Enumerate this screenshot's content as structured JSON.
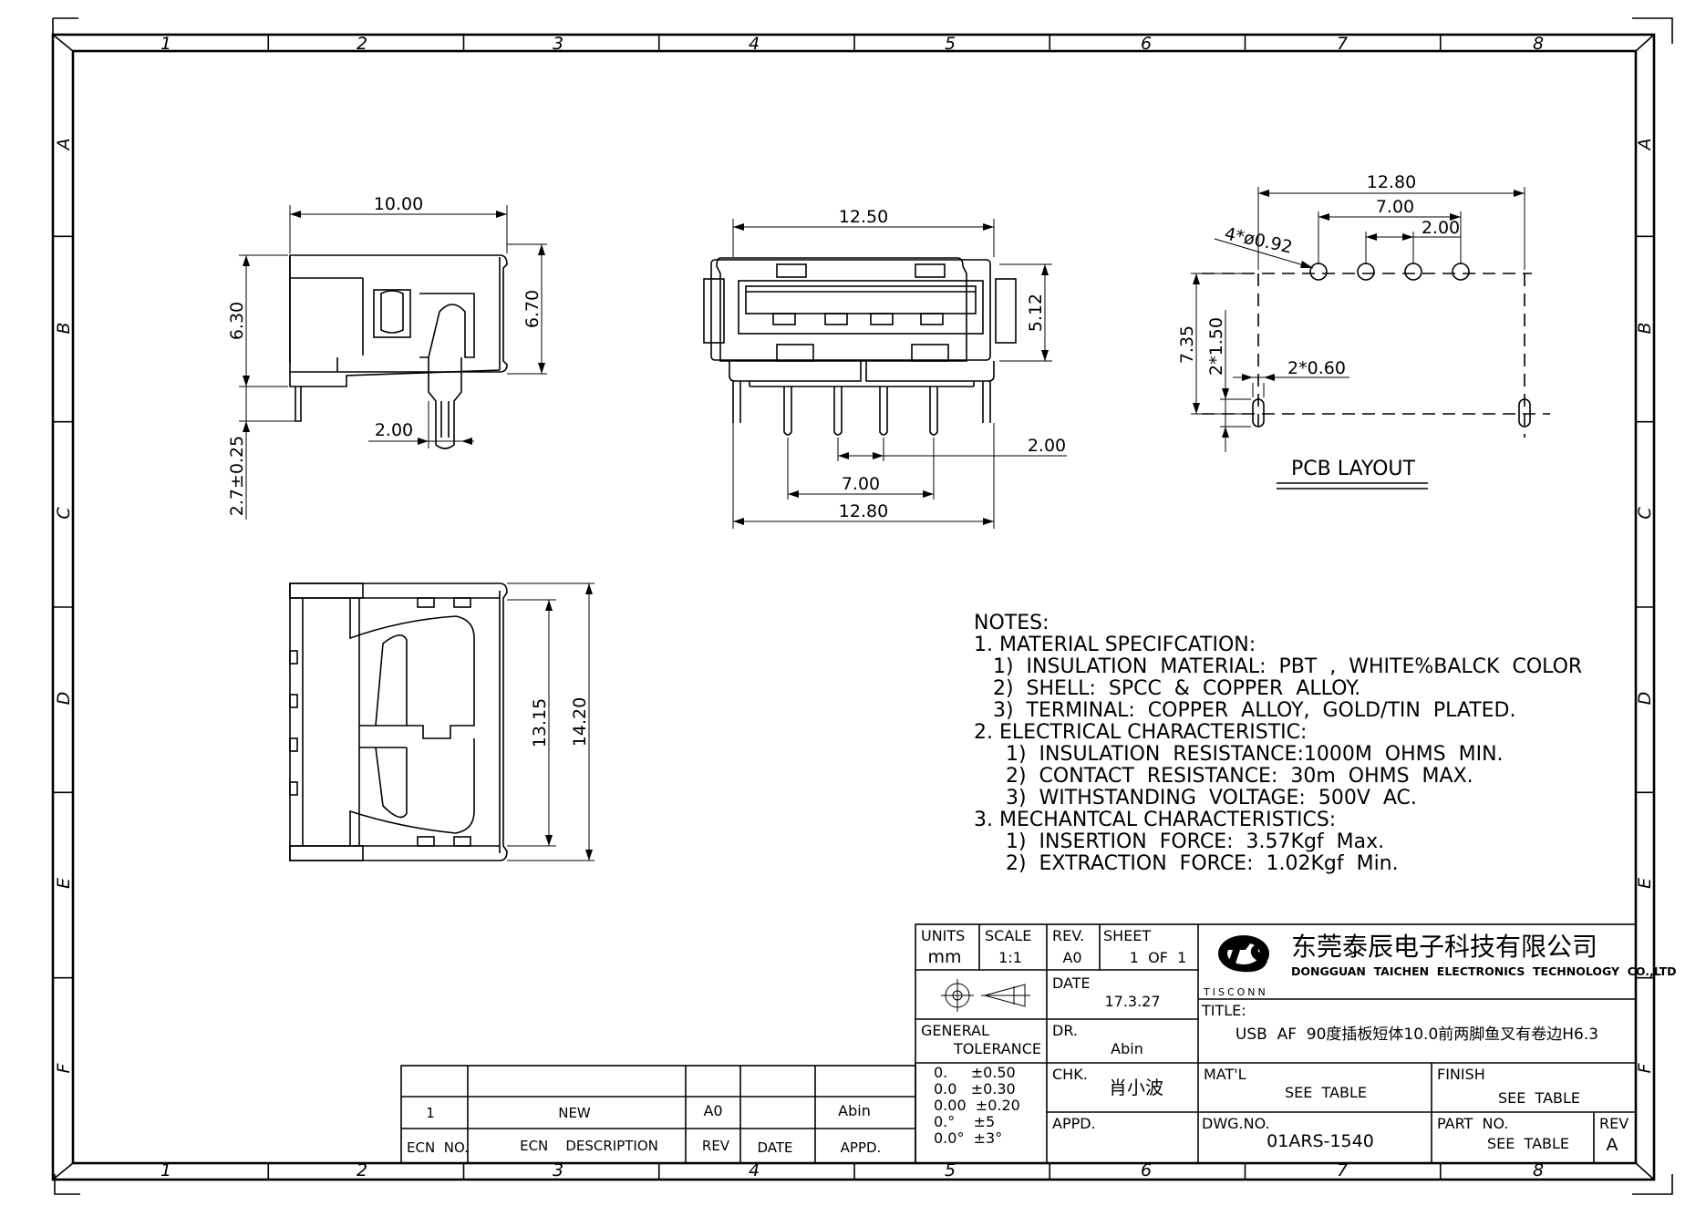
{
  "grid": {
    "cols": [
      "1",
      "2",
      "3",
      "4",
      "5",
      "6",
      "7",
      "8"
    ],
    "rows": [
      "A",
      "B",
      "C",
      "D",
      "E",
      "F"
    ]
  },
  "dims": {
    "side_w": "10.00",
    "side_h": "6.30",
    "side_body": "6.70",
    "side_pin": "2.00",
    "side_tol": "2.7±0.25",
    "front_top": "12.50",
    "front_h": "5.12",
    "front_pitch": "2.00",
    "front_span": "7.00",
    "front_bottom": "12.80",
    "bottom_a": "13.15",
    "bottom_b": "14.20",
    "pcb_w": "12.80",
    "pcb_span": "7.00",
    "pcb_pitch": "2.00",
    "pcb_holes": "4*ø0.92",
    "pcb_h": "7.35",
    "pcb_slot_h": "2*1.50",
    "pcb_slot_w": "2*0.60",
    "pcb_label": "PCB  LAYOUT"
  },
  "notes": [
    "NOTES:",
    "1. MATERIAL  SPECIFCATION:",
    "   1)  INSULATION  MATERIAL:  PBT  ,  WHITE%BALCK  COLOR",
    "   2)  SHELL:  SPCC  &  COPPER  ALLOY.",
    "   3)  TERMINAL:  COPPER  ALLOY,  GOLD/TIN  PLATED.",
    "2. ELECTRICAL  CHARACTERISTIC:",
    "     1)  INSULATION  RESISTANCE:1000M  OHMS  MIN.",
    "     2)  CONTACT  RESISTANCE:  30m  OHMS  MAX.",
    "     3)  WITHSTANDING  VOLTAGE:  500V  AC.",
    "3. MECHANTCAL  CHARACTERISTICS:",
    "     1)  INSERTION  FORCE:  3.57Kgf  Max.",
    "     2)  EXTRACTION  FORCE:  1.02Kgf  Min."
  ],
  "revision_table": {
    "row": {
      "ecn_no": "1",
      "description": "NEW",
      "rev": "A0",
      "date": "",
      "appd": "Abin"
    },
    "headers": {
      "ecn_no": "ECN  NO.",
      "description": "ECN    DESCRIPTION",
      "rev": "REV",
      "date": "DATE",
      "appd": "APPD."
    }
  },
  "title_block": {
    "units_label": "UNITS",
    "units": "mm",
    "scale_label": "SCALE",
    "scale": "1:1",
    "rev_label": "REV.",
    "rev": "A0",
    "sheet_label": "SHEET",
    "sheet": "1  OF  1",
    "date_label": "DATE",
    "date": "17.3.27",
    "general_label": "GENERAL",
    "tolerance_label": "TOLERANCE",
    "tolerances": [
      "0.     ±0.50",
      "0.0   ±0.30",
      "0.00  ±0.20",
      "0.°    ±5",
      "0.0°  ±3°"
    ],
    "dr_label": "DR.",
    "dr": "Abin",
    "chk_label": "CHK.",
    "chk": "肖小波",
    "appd_label": "APPD.",
    "company_cn": "东莞泰辰电子科技有限公司",
    "company_en": "DONGGUAN  TAICHEN  ELECTRONICS  TECHNOLOGY  CO.,LTD",
    "brand": "TISCONN",
    "title_label": "TITLE:",
    "title": "USB  AF  90度插板短体10.0前两脚鱼叉有卷边H6.3",
    "matl_label": "MAT'L",
    "matl": "SEE  TABLE",
    "finish_label": "FINISH",
    "finish": "SEE  TABLE",
    "dwg_label": "DWG.NO.",
    "dwg": "01ARS-1540",
    "part_label": "PART  NO.",
    "part": "SEE  TABLE",
    "rev2_label": "REV",
    "rev2": "A"
  }
}
